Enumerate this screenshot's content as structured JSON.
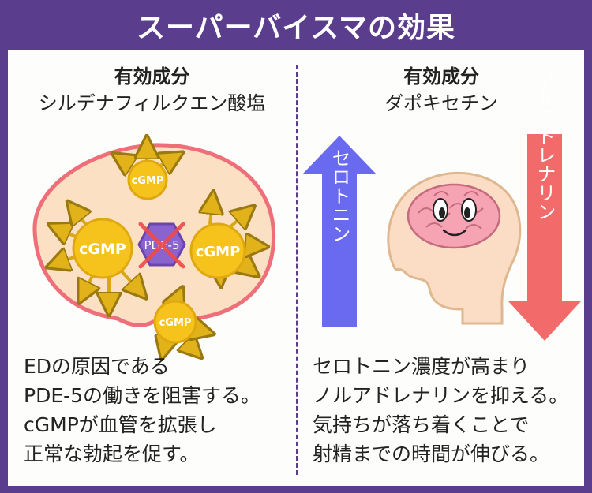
{
  "title": "スーパーバイスマの効果",
  "left": {
    "heading": "有効成分",
    "ingredient": "シルデナフィルクエン酸塩",
    "cell_labels": [
      "cGMP",
      "cGMP",
      "cGMP",
      "cGMP"
    ],
    "enzyme_label": "PDE-5",
    "description": [
      "EDの原因である",
      "PDE-5の働きを阻害する。",
      "cGMPが血管を拡張し",
      "正常な勃起を促す。"
    ]
  },
  "right": {
    "heading": "有効成分",
    "ingredient": "ダポキセチン",
    "serotonin_label": "セロトニン",
    "noradrenaline_label": "ノルアドレナリン",
    "description": [
      "セロトニン濃度が高まり",
      "ノルアドレナリンを抑える。",
      "気持ちが落ち着くことで",
      "射精までの時間が伸びる。"
    ]
  },
  "colors": {
    "frame": "#5a3d8c",
    "cell_fill": "#fbe0c4",
    "cell_border": "#ee6f7a",
    "cgmp_fill": "#f6c21c",
    "pde5_fill": "#8a63cf",
    "serotonin_arrow": "#6a6af0",
    "noradrenaline_arrow": "#f26a6a",
    "brain": "#f6a3b4",
    "head": "#fbdcc4"
  }
}
